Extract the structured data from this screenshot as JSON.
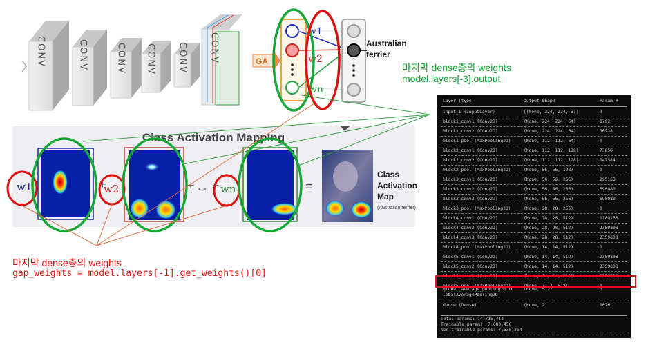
{
  "cnn": {
    "conv_label": "CONV",
    "ga_label": "GA",
    "weights": [
      "w1",
      "w2",
      "wn"
    ],
    "output_label_line1": "Australian",
    "output_label_line2": "terrier"
  },
  "cam": {
    "title": "Class Activation Mapping",
    "weights": [
      "w1",
      "w2",
      "wn"
    ],
    "plus": "+",
    "dots": "...",
    "equals": "=",
    "result_line1": "Class",
    "result_line2": "Activation",
    "result_line3": "Map",
    "result_sub": "(Australian terrier)"
  },
  "annotation_green": {
    "line1": "마지막 dense층의 weights",
    "line2": "model.layers[-3].output"
  },
  "annotation_red": {
    "line1": "마지막 dense층의 weights",
    "line2": "gap_weights = model.layers[-1].get_weights()[0]"
  },
  "model_summary": {
    "headers": [
      "Layer (type)",
      "Output Shape",
      "Param #"
    ],
    "rows": [
      {
        "layer": "input_1 (InputLayer)",
        "shape": "[(None, 224, 224, 3)]",
        "params": "0"
      },
      {
        "layer": "block1_conv1 (Conv2D)",
        "shape": "(None, 224, 224, 64)",
        "params": "1792"
      },
      {
        "layer": "block1_conv2 (Conv2D)",
        "shape": "(None, 224, 224, 64)",
        "params": "36928"
      },
      {
        "layer": "block1_pool (MaxPooling2D)",
        "shape": "(None, 112, 112, 64)",
        "params": "0"
      },
      {
        "layer": "block2_conv1 (Conv2D)",
        "shape": "(None, 112, 112, 128)",
        "params": "73856"
      },
      {
        "layer": "block2_conv2 (Conv2D)",
        "shape": "(None, 112, 112, 128)",
        "params": "147584"
      },
      {
        "layer": "block2_pool (MaxPooling2D)",
        "shape": "(None, 56, 56, 128)",
        "params": "0"
      },
      {
        "layer": "block3_conv1 (Conv2D)",
        "shape": "(None, 56, 56, 256)",
        "params": "295168"
      },
      {
        "layer": "block3_conv2 (Conv2D)",
        "shape": "(None, 56, 56, 256)",
        "params": "590080"
      },
      {
        "layer": "block3_conv3 (Conv2D)",
        "shape": "(None, 56, 56, 256)",
        "params": "590080"
      },
      {
        "layer": "block3_pool (MaxPooling2D)",
        "shape": "(None, 28, 28, 256)",
        "params": "0"
      },
      {
        "layer": "block4_conv1 (Conv2D)",
        "shape": "(None, 28, 28, 512)",
        "params": "1180160"
      },
      {
        "layer": "block4_conv2 (Conv2D)",
        "shape": "(None, 28, 28, 512)",
        "params": "2359808"
      },
      {
        "layer": "block4_conv3 (Conv2D)",
        "shape": "(None, 28, 28, 512)",
        "params": "2359808"
      },
      {
        "layer": "block4_pool (MaxPooling2D)",
        "shape": "(None, 14, 14, 512)",
        "params": "0"
      },
      {
        "layer": "block5_conv1 (Conv2D)",
        "shape": "(None, 14, 14, 512)",
        "params": "2359808"
      },
      {
        "layer": "block5_conv2 (Conv2D)",
        "shape": "(None, 14, 14, 512)",
        "params": "2359808"
      },
      {
        "layer": "block5_conv3 (Conv2D)",
        "shape": "(None, 14, 14, 512)",
        "params": "2359808"
      },
      {
        "layer": "block5_pool (MaxPooling2D)",
        "shape": "(None, 7, 7, 512)",
        "params": "0"
      }
    ],
    "gap_row": {
      "layer_line1": "global_average_pooling2d (G",
      "layer_line2": "lobalAveragePooling2D)",
      "shape": "(None, 512)",
      "params": "0"
    },
    "dense_row": {
      "layer": "dense (Dense)",
      "shape": "(None, 2)",
      "params": "1026"
    },
    "total": "Total params: 14,715,714",
    "trainable": "Trainable params: 7,080,450",
    "non_trainable": "Non-trainable params: 7,635,264"
  },
  "colors": {
    "highlight_green": "#16a836",
    "highlight_red": "#e01010",
    "heatmap_blue": "#0a1fa8",
    "panel_bg": "#efeff3"
  }
}
